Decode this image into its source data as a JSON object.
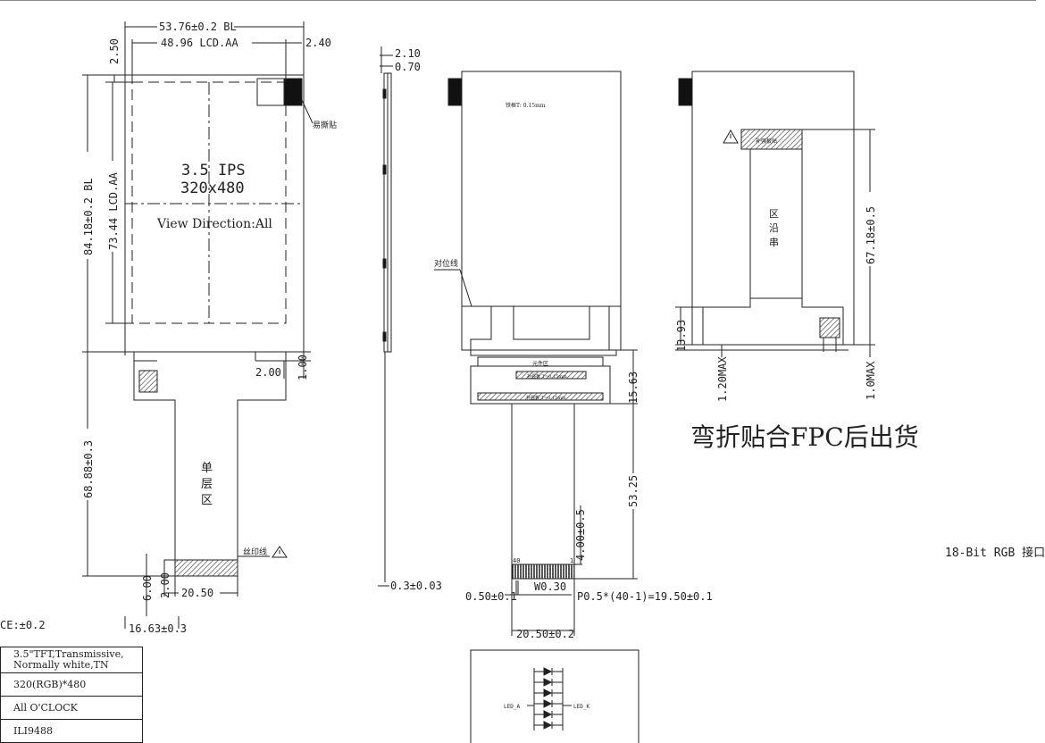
{
  "front_view": {
    "bl_width": "53.76±0.2  BL",
    "lcd_aa_width": "48.96  LCD.AA",
    "right_margin": "2.40",
    "top_margin": "2.50",
    "bl_height": "84.18±0.2  BL",
    "lcd_aa_height": "73.44  LCD.AA",
    "panel_size": "3.5  IPS",
    "resolution": "320x480",
    "view_direction": "View Direction:All",
    "tear_tape": "易撕贴",
    "fpc_offset": "2.00",
    "fpc_step": "1.00",
    "total_fpc_length": "68.88±0.3",
    "single_layer": [
      "单",
      "层",
      "区"
    ],
    "silk_line": "丝印线",
    "tail_6": "6.00",
    "tail_2": "2.00",
    "tail_width": "20.50",
    "fpc_position": "16.63±0.3"
  },
  "side_view": {
    "thickness_total": "2.10",
    "thickness_glass": "0.70",
    "fpc_thickness": "0.3±0.03"
  },
  "back_view": {
    "frame_note": "铁框T: 0.15mm",
    "align_line": "对位线",
    "component_area": "元件区",
    "stiffener_a": "补强板 T=0.15mm",
    "stiffener_b": "补强板 T=0.15mm",
    "connector_block": "15.63",
    "fpc_length": "53.25",
    "gold_finger_length": "4.00±0.5",
    "pin_1": "1",
    "pin_40": "40",
    "finger_width": "W0.30",
    "edge_margin": "0.50±0.1",
    "pitch": "P0.5*(40-1)=19.50±0.1",
    "connector_width": "20.50±0.2"
  },
  "bent_view": {
    "height": "67.18±0.5",
    "lower_height": "13.93",
    "left_max": "1.20MAX",
    "right_max": "1.0MAX",
    "label_box": "补强板贴",
    "vertical_chars": [
      "区",
      "沿",
      "串"
    ]
  },
  "notes": {
    "bent_shipping": "弯折贴合FPC后出货",
    "interface": "18-Bit RGB 接口",
    "tolerance": "CE:±0.2"
  },
  "spec_table": {
    "rows": [
      "3.5\"TFT,Transmissive, Normally white,TN",
      "320(RGB)*480",
      "All  O'CLOCK",
      "ILI9488"
    ]
  },
  "led_circuit": {
    "anode": "LED_A",
    "cathode": "LED_K",
    "led_count": 6
  }
}
